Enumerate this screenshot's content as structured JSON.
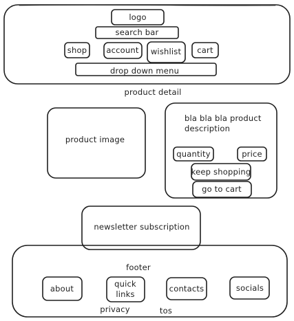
{
  "header": {
    "logo": "logo",
    "search": "search bar",
    "nav": [
      "shop",
      "account",
      "wishlist",
      "cart"
    ],
    "dropdown": "drop down menu"
  },
  "product": {
    "section_title": "product detail",
    "image": "product image",
    "description_line1": "bla bla bla product",
    "description_line2": "description",
    "quantity": "quantity",
    "price": "price",
    "keep_shopping": "keep shopping",
    "go_to_cart": "go to cart"
  },
  "newsletter": "newsletter subscription",
  "footer": {
    "title": "footer",
    "links": [
      "about",
      "quick",
      "links",
      "contacts",
      "socials"
    ],
    "privacy": "privacy",
    "tos": "tos"
  },
  "colors": {
    "stroke": "#1e1e1e",
    "background": "#ffffff"
  }
}
